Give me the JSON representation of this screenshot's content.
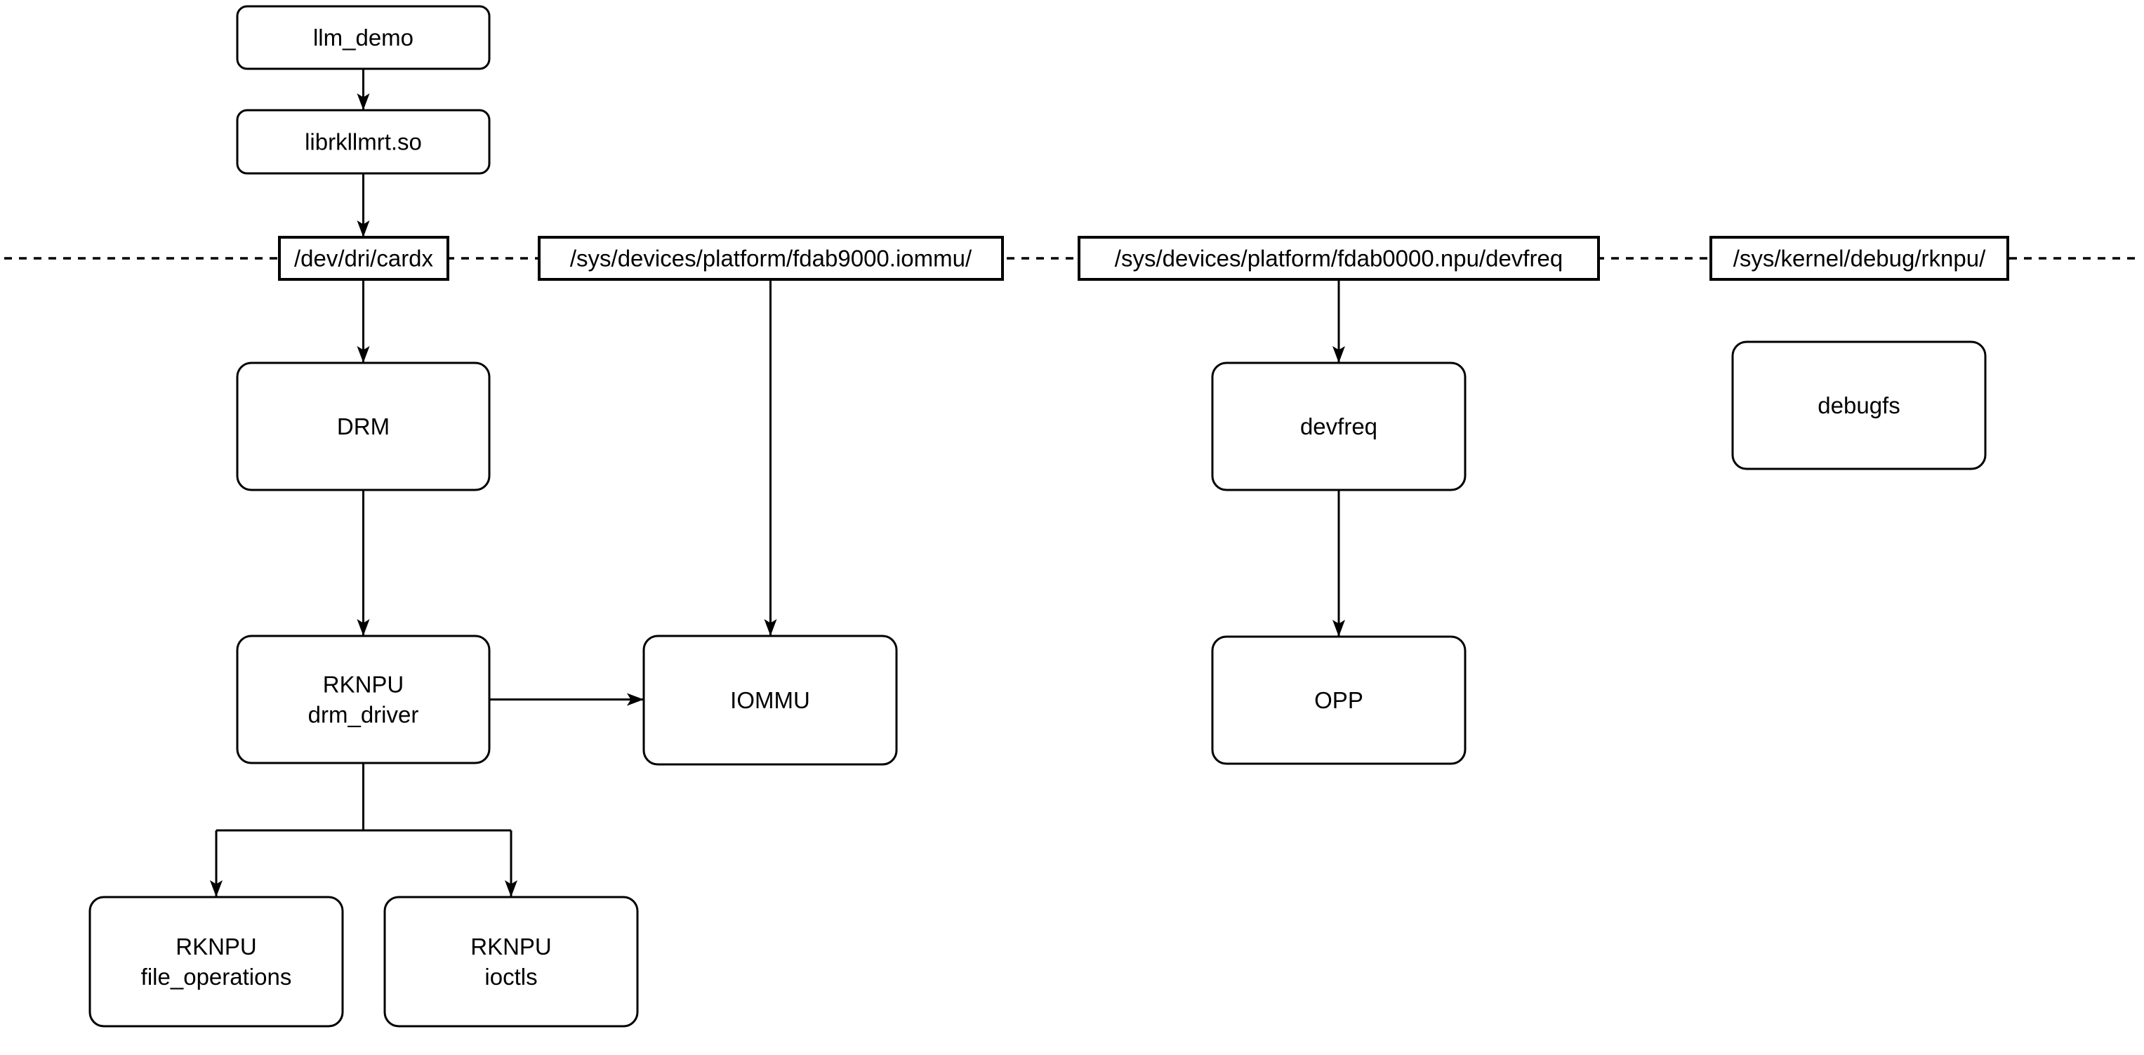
{
  "diagram": {
    "background_color": "#ffffff",
    "stroke_color": "#000000",
    "nodes": {
      "llm_demo": {
        "label": "llm_demo"
      },
      "librkllmrt": {
        "label": "librkllmrt.so"
      },
      "drm": {
        "label": "DRM"
      },
      "rknpu_drm_driver": {
        "line1": "RKNPU",
        "line2": "drm_driver"
      },
      "iommu": {
        "label": "IOMMU"
      },
      "devfreq": {
        "label": "devfreq"
      },
      "opp": {
        "label": "OPP"
      },
      "debugfs": {
        "label": "debugfs"
      },
      "rknpu_file_operations": {
        "line1": "RKNPU",
        "line2": "file_operations"
      },
      "rknpu_ioctls": {
        "line1": "RKNPU",
        "line2": "ioctls"
      }
    },
    "interfaces": {
      "dev_dri_cardx": {
        "label": "/dev/dri/cardx"
      },
      "sysfs_iommu": {
        "label": "/sys/devices/platform/fdab9000.iommu/"
      },
      "sysfs_npu_devfreq": {
        "label": "/sys/devices/platform/fdab0000.npu/devfreq"
      },
      "debugfs_rknpu": {
        "label": "/sys/kernel/debug/rknpu/"
      }
    }
  }
}
